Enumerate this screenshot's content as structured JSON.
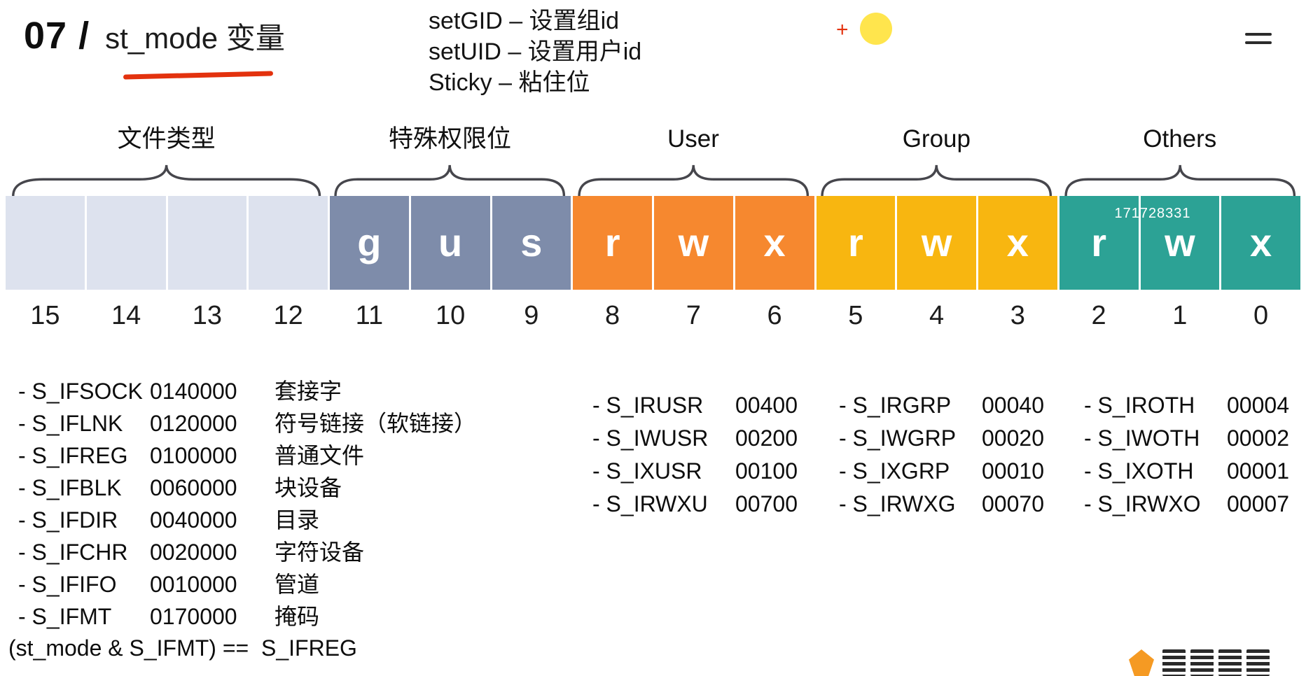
{
  "header": {
    "slide_number": "07 /",
    "title": "st_mode 变量",
    "notes": [
      "setGID – 设置组id",
      "setUID – 设置用户id",
      "Sticky – 粘住位"
    ],
    "cursor_plus": "+"
  },
  "colors": {
    "accent_red": "#e3320e",
    "dot_yellow": "#ffe54d",
    "brace_gray": "#46464c",
    "file_type_cell": "#dde2ee",
    "special_cell": "#7e8caa",
    "user_cell": "#f6882f",
    "group_cell": "#f8b610",
    "others_cell": "#2ca295"
  },
  "bitfield": {
    "groups": [
      {
        "id": "file-type",
        "label": "文件类型",
        "color": "#dde2ee",
        "cells": [
          "",
          "",
          "",
          ""
        ]
      },
      {
        "id": "special",
        "label": "特殊权限位",
        "color": "#7e8caa",
        "cells": [
          "g",
          "u",
          "s"
        ]
      },
      {
        "id": "user",
        "label": "User",
        "color": "#f6882f",
        "cells": [
          "r",
          "w",
          "x"
        ]
      },
      {
        "id": "group",
        "label": "Group",
        "color": "#f8b610",
        "cells": [
          "r",
          "w",
          "x"
        ]
      },
      {
        "id": "others",
        "label": "Others",
        "color": "#2ca295",
        "cells": [
          "r",
          "w",
          "x"
        ]
      }
    ],
    "bit_numbers": [
      "15",
      "14",
      "13",
      "12",
      "11",
      "10",
      "9",
      "8",
      "7",
      "6",
      "5",
      "4",
      "3",
      "2",
      "1",
      "0"
    ],
    "watermark": "171728331"
  },
  "lists": {
    "file_types": [
      {
        "name": "- S_IFSOCK",
        "octal": "0140000",
        "desc": "套接字"
      },
      {
        "name": "- S_IFLNK",
        "octal": "0120000",
        "desc": "符号链接（软链接）"
      },
      {
        "name": "- S_IFREG",
        "octal": "0100000",
        "desc": "普通文件"
      },
      {
        "name": "- S_IFBLK",
        "octal": "0060000",
        "desc": "块设备"
      },
      {
        "name": "- S_IFDIR",
        "octal": "0040000",
        "desc": "目录"
      },
      {
        "name": "- S_IFCHR",
        "octal": "0020000",
        "desc": "字符设备"
      },
      {
        "name": "- S_IFIFO",
        "octal": "0010000",
        "desc": "管道"
      },
      {
        "name": "- S_IFMT",
        "octal": "0170000",
        "desc": "掩码"
      }
    ],
    "expression": "(st_mode & S_IFMT) ==  S_IFREG",
    "perm_columns": [
      {
        "id": "user",
        "rows": [
          [
            "- S_IRUSR",
            "00400"
          ],
          [
            "- S_IWUSR",
            "00200"
          ],
          [
            "- S_IXUSR",
            "00100"
          ],
          [
            "- S_IRWXU",
            "00700"
          ]
        ]
      },
      {
        "id": "group",
        "rows": [
          [
            "- S_IRGRP",
            "00040"
          ],
          [
            "- S_IWGRP",
            "00020"
          ],
          [
            "- S_IXGRP",
            "00010"
          ],
          [
            "- S_IRWXG",
            "00070"
          ]
        ]
      },
      {
        "id": "others",
        "rows": [
          [
            "- S_IROTH",
            "00004"
          ],
          [
            "- S_IWOTH",
            "00002"
          ],
          [
            "- S_IXOTH",
            "00001"
          ],
          [
            "- S_IRWXO",
            "00007"
          ]
        ]
      }
    ]
  }
}
